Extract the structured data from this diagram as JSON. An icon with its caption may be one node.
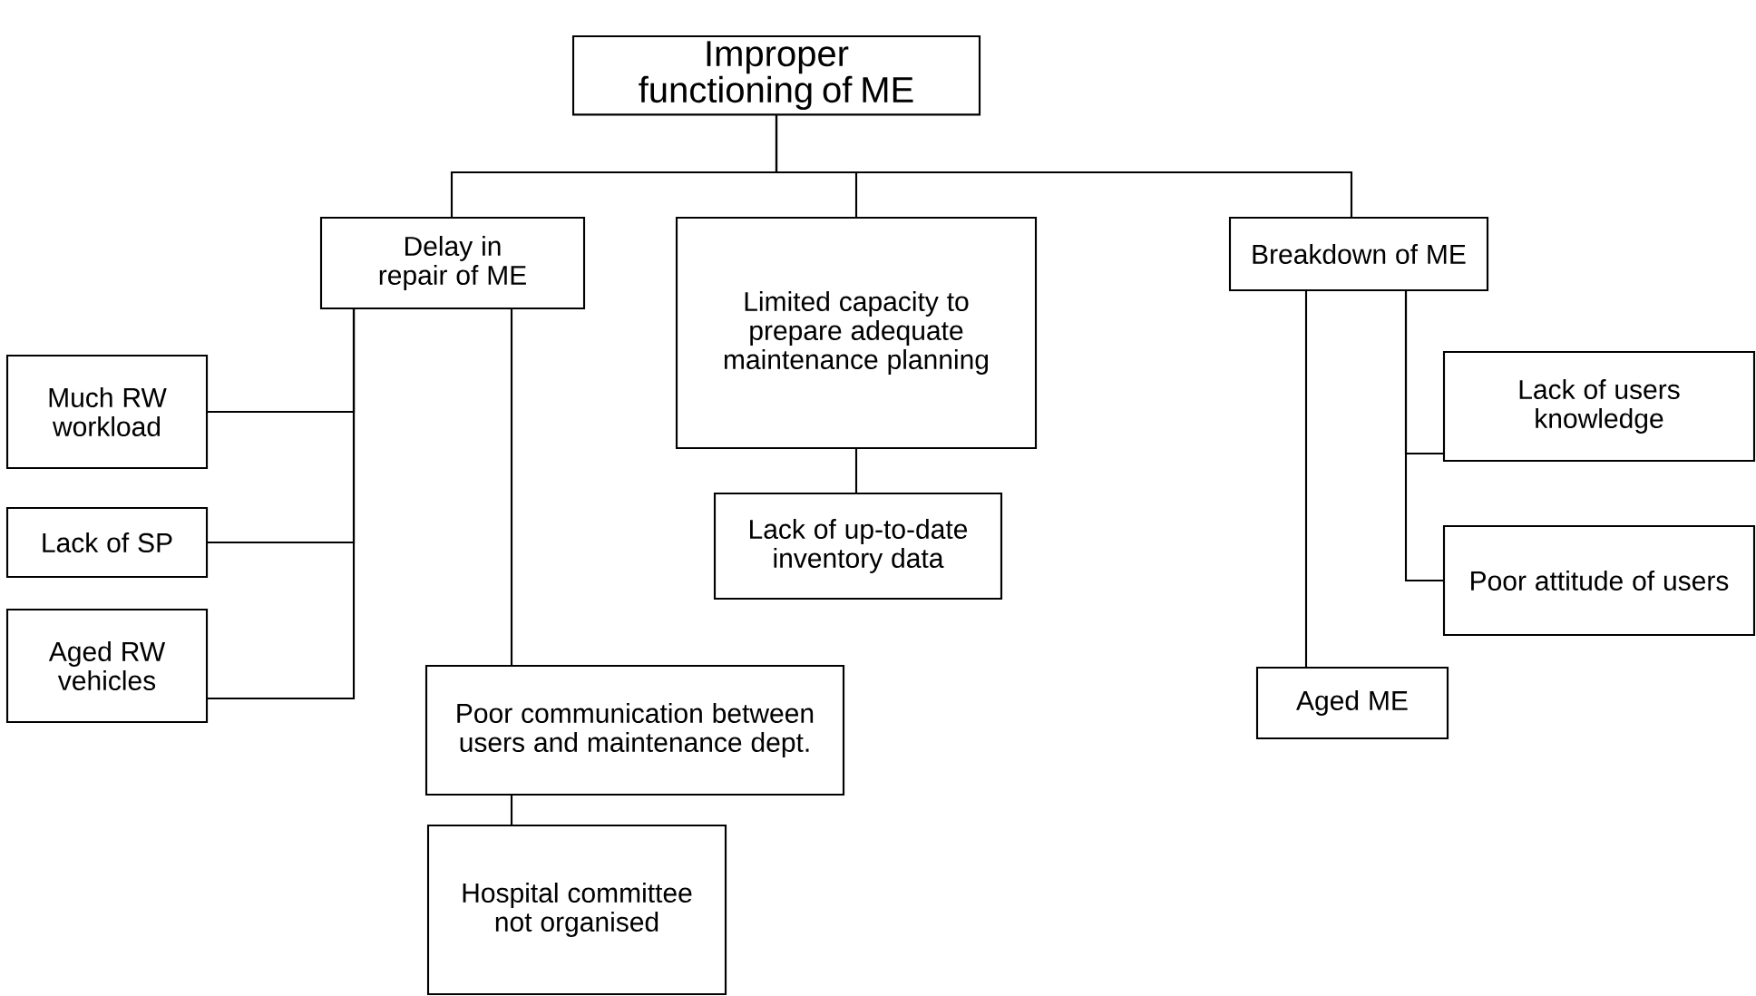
{
  "diagram": {
    "nodes": [
      {
        "text": [
          "Improper functioning of ME"
        ]
      },
      {
        "text": [
          "Delay in repair of ME"
        ]
      },
      {
        "text": [
          "Limited capacity to prepare adequate maintenance planning"
        ]
      },
      {
        "text": [
          "Breakdown of ME"
        ]
      },
      {
        "text": [
          "Much RW workload"
        ]
      },
      {
        "text": [
          "Lack of SP"
        ]
      },
      {
        "text": [
          "Aged RW vehicles"
        ]
      },
      {
        "text": [
          "Lack of up-to-date inventory data"
        ]
      },
      {
        "text": [
          "Lack of users knowledge"
        ]
      },
      {
        "text": [
          "Poor attitude of users"
        ]
      },
      {
        "text": [
          "Aged ME"
        ]
      },
      {
        "text": [
          "Poor communication between users and maintenance dept."
        ]
      },
      {
        "text": [
          "Hospital committee not organised"
        ]
      }
    ],
    "edges": [
      {
        "from": 0,
        "to": 1,
        "arrow": "none"
      },
      {
        "from": 0,
        "to": 2,
        "arrow": "none"
      },
      {
        "from": 0,
        "to": 3,
        "arrow": "none"
      },
      {
        "from": 1,
        "to": 4,
        "arrow": "none"
      },
      {
        "from": 1,
        "to": 5,
        "arrow": "none"
      },
      {
        "from": 1,
        "to": 6,
        "arrow": "none"
      },
      {
        "from": 1,
        "to": 11,
        "arrow": "none"
      },
      {
        "from": 2,
        "to": 7,
        "arrow": "none"
      },
      {
        "from": 3,
        "to": 8,
        "arrow": "none"
      },
      {
        "from": 3,
        "to": 9,
        "arrow": "none"
      },
      {
        "from": 3,
        "to": 10,
        "arrow": "none"
      },
      {
        "from": 11,
        "to": 12,
        "arrow": "none"
      }
    ]
  }
}
